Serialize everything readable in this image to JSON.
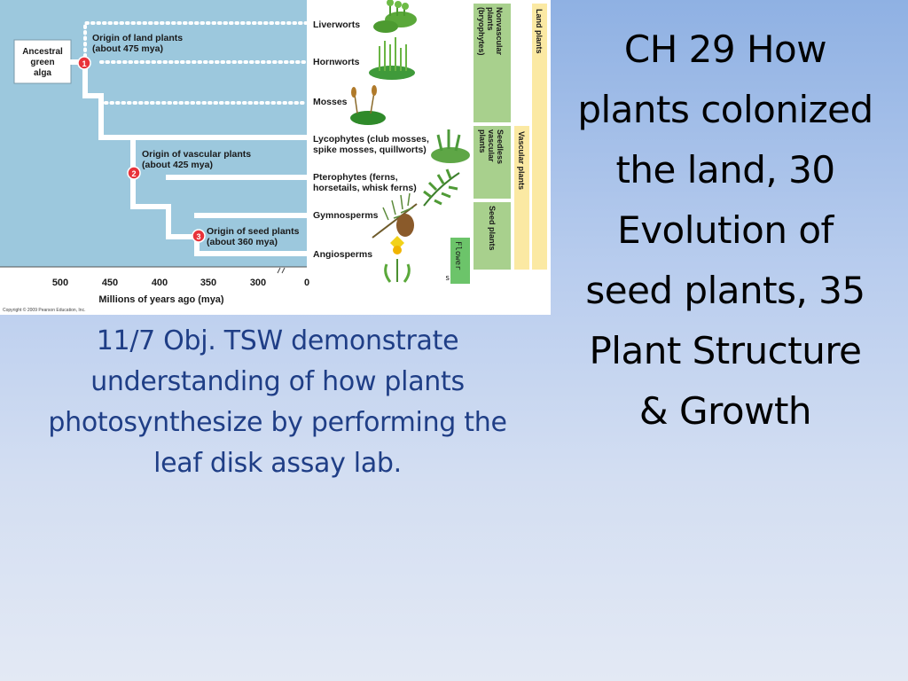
{
  "slide": {
    "title": "CH 29  How\nplants colonized\nthe land, 30\nEvolution of\nseed plants, 35\nPlant Structure\n& Growth",
    "objective": "11/7  Obj.  TSW demonstrate\nunderstanding of how plants\nphotosynthesize by performing the\nleaf disk assay lab."
  },
  "figure": {
    "ancestor": [
      "Ancestral",
      "green",
      "alga"
    ],
    "events": [
      {
        "number": "1",
        "lines": [
          "Origin of land plants",
          "(about 475 mya)"
        ]
      },
      {
        "number": "2",
        "lines": [
          "Origin of vascular plants",
          "(about 425 mya)"
        ]
      },
      {
        "number": "3",
        "lines": [
          "Origin of seed plants",
          "(about 360 mya)"
        ]
      }
    ],
    "taxa": [
      [
        "Liverworts"
      ],
      [
        "Hornworts"
      ],
      [
        "Mosses"
      ],
      [
        "Lycophytes (club mosses,",
        "spike mosses, quillworts)"
      ],
      [
        "Pterophytes (ferns,",
        "horsetails, whisk ferns)"
      ],
      [
        "Gymnosperms"
      ],
      [
        "Angiosperms"
      ]
    ],
    "axis": {
      "ticks": [
        "500",
        "450",
        "400",
        "350",
        "300",
        "0"
      ],
      "label": "Millions of years ago (mya)"
    },
    "groups": {
      "nonvascular": [
        "Nonvascular",
        "plants",
        "(bryophytes)"
      ],
      "seedless": [
        "Seedless",
        "vascular",
        "plants"
      ],
      "seed": "Seed plants",
      "vascular": "Vascular plants",
      "land": "Land plants",
      "flower": "Flower",
      "flower_suffix": "s"
    },
    "copyright": "Copyright © 2009 Pearson Education, Inc."
  },
  "colors": {
    "tree_panel": "#9cc8dd",
    "group_green": "#a8d08d",
    "group_yellow": "#fbe9a3",
    "flower_green": "#6cc46a",
    "event_red": "#e8333a",
    "objective_text": "#1f3e86"
  }
}
